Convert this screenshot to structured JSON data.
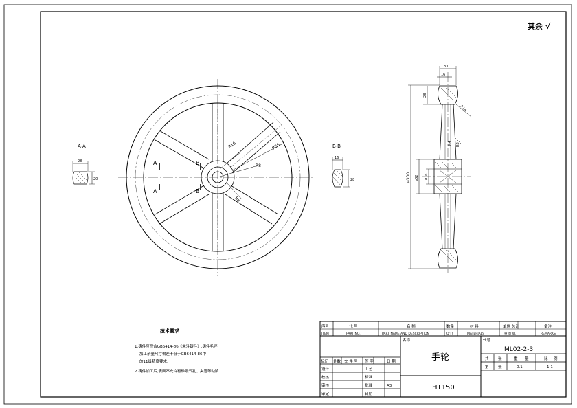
{
  "sheet": {
    "roughness_note": "其余 √",
    "tech_req_title": "技术要求",
    "tech_req_lines": [
      "1.铸件应符合GB6414-86《未注铸件》,铸件毛坯",
      "加工余量尺寸偏差不低于GB6414-86中",
      "的11级精度要求.",
      "2.铸件加工后,表面不允许有砂眼气孔、夹渣等缺陷."
    ]
  },
  "views": {
    "section_aa": "A-A",
    "section_bb": "B-B",
    "label_a": "A",
    "label_b": "B",
    "dims": [
      "30",
      "16",
      "28",
      "20",
      "R16",
      "R8",
      "R4",
      "ø300",
      "ø32",
      "ø16",
      "R8",
      "R8",
      "R35",
      "R16"
    ]
  },
  "parts_list": {
    "headers": [
      {
        "cn": "序号",
        "en": "ITEM"
      },
      {
        "cn": "代 号",
        "en": "PART NO."
      },
      {
        "cn": "名 称",
        "en": "PART NAME AND DESCRIPTION"
      },
      {
        "cn": "数量",
        "en": "Q'TY"
      },
      {
        "cn": "材 料",
        "en": "MATERIALS"
      },
      {
        "cn": "单件 总计",
        "en": "重 量 W."
      },
      {
        "cn": "备注",
        "en": "REMARKS"
      }
    ]
  },
  "title_block": {
    "rev_headers": [
      "标记",
      "处数",
      "文 件 号",
      "签 字",
      "日 期"
    ],
    "sign_labels": [
      "设计",
      "校核",
      "审核",
      "审定"
    ],
    "sign_labels2": [
      "工艺",
      "标准",
      "批准",
      "日期"
    ],
    "scale_code": "A3",
    "name_label": "名称",
    "part_name": "手轮",
    "material": "HT150",
    "code_label": "代号",
    "drawing_no": "ML02-2-3",
    "stage_headers": [
      "共",
      "张",
      "重",
      "量",
      "比",
      "例"
    ],
    "stage_row": [
      "第",
      "张",
      "0.1",
      "1:1"
    ]
  }
}
